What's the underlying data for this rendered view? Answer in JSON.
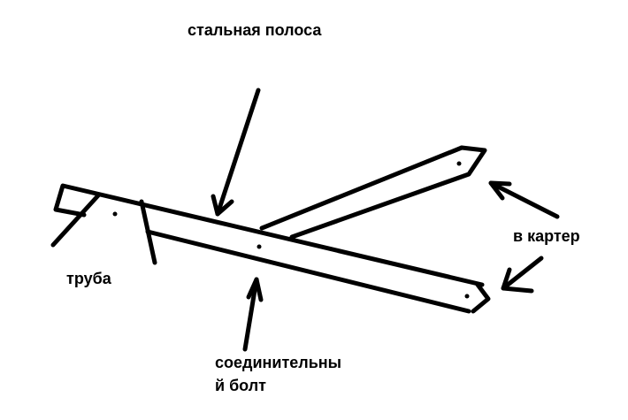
{
  "labels": {
    "steel_strip": "стальная полоса",
    "pipe": "труба",
    "to_crankcase": "в картер",
    "bolt_line1": "соединительны",
    "bolt_line2": "й болт"
  },
  "colors": {
    "ink": "#000000",
    "background": "#ffffff"
  }
}
